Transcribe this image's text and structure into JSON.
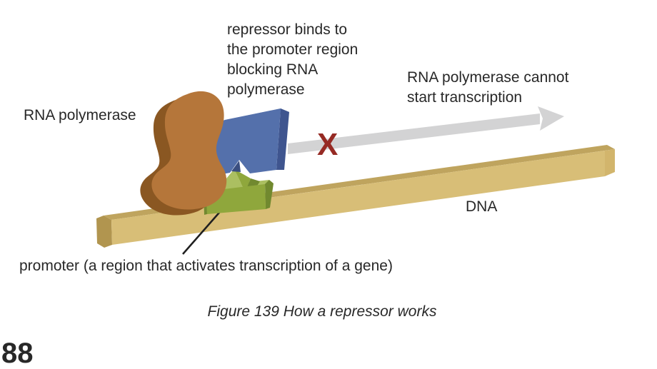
{
  "figure": {
    "caption": "Figure 139 How a repressor works",
    "page_number": "88"
  },
  "diagram": {
    "polymerase_label": "RNA polymerase",
    "repressor_annotation": {
      "line1": "repressor binds to",
      "line2": "the promoter region",
      "line3": "blocking RNA",
      "line4": "polymerase"
    },
    "blocked_annotation": {
      "line1": "RNA polymerase cannot",
      "line2": "start transcription"
    },
    "x_marker": "X",
    "dna_label": "DNA",
    "promoter_caption": "promoter (a region that activates transcription of a gene)"
  },
  "colors": {
    "background": "#ffffff",
    "text": "#282828",
    "polymerase_front": "#b5763a",
    "polymerase_side": "#8a5722",
    "repressor_front": "#5470ab",
    "repressor_top": "#7e92c4",
    "repressor_side": "#3f558f",
    "repressor_notch": "#3a4e80",
    "promoter_front": "#8fa73c",
    "promoter_light": "#abbf61",
    "promoter_dark": "#71892f",
    "dna_front": "#d8be77",
    "dna_top": "#bfa45e",
    "dna_end_left": "#b1954f",
    "dna_end_right": "#d2b56c",
    "arrow": "#d3d3d4",
    "x_marker": "#962a24",
    "leader_line": "#1f1f1f"
  }
}
